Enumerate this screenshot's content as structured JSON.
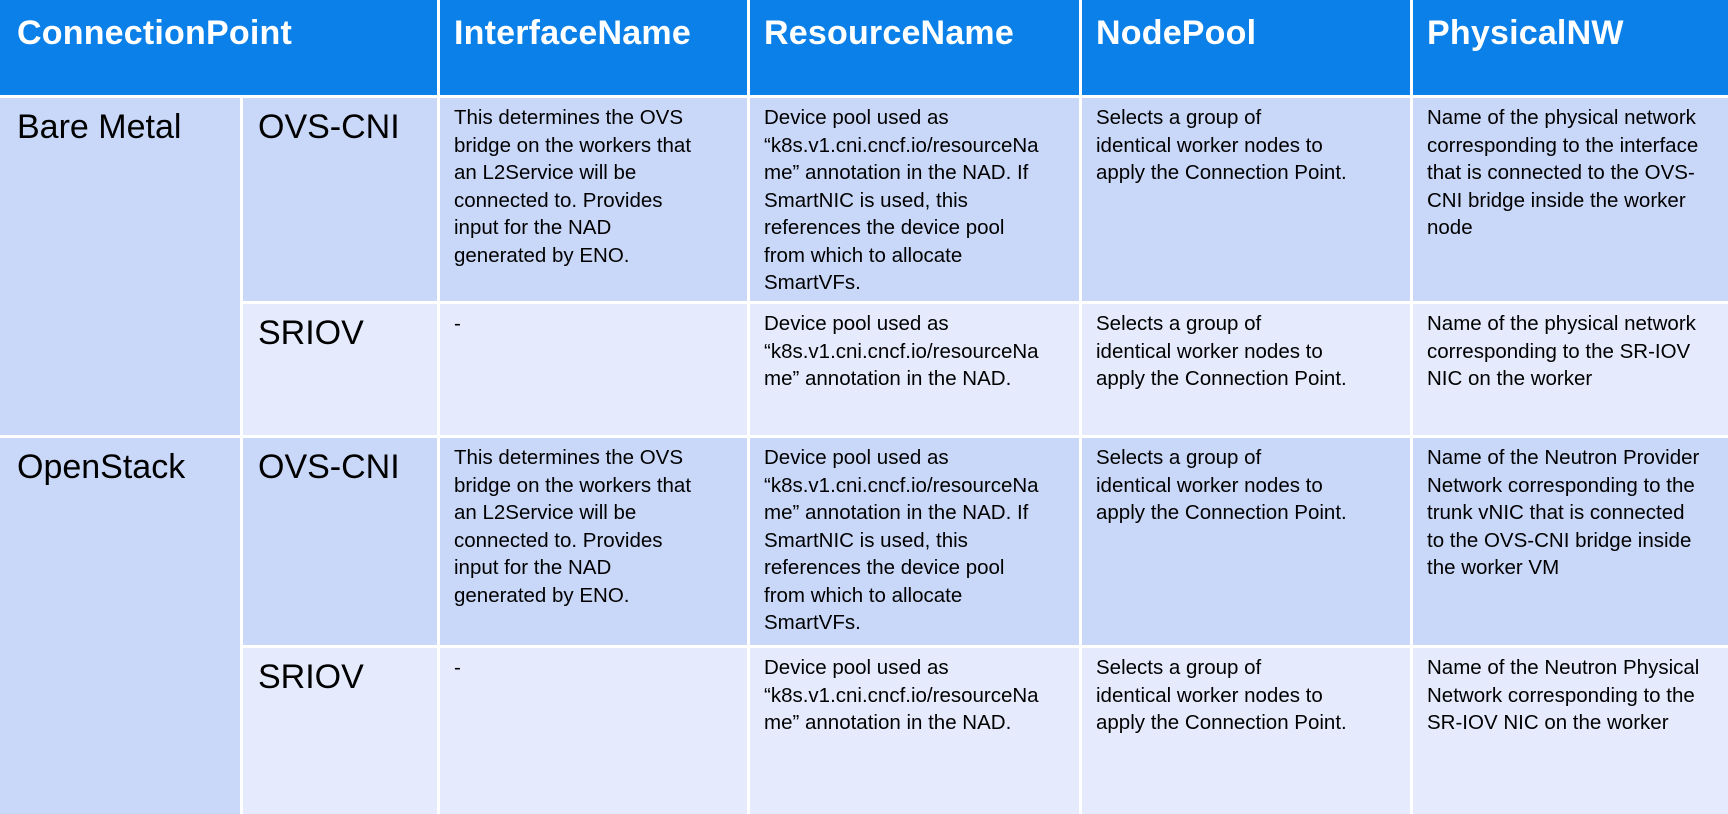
{
  "headers": [
    "ConnectionPoint",
    "InterfaceName",
    "ResourceName",
    "NodePool",
    "PhysicalNW"
  ],
  "groups": [
    {
      "name": "Bare Metal",
      "rows": [
        {
          "type": "OVS-CNI",
          "interface": "This determines the OVS\nbridge on the workers that\nan L2Service will be\nconnected to. Provides\ninput for the NAD\ngenerated by ENO.",
          "resource": "Device pool used as\n“k8s.v1.cni.cncf.io/resourceNa\nme” annotation in the NAD. If\nSmartNIC is used, this\nreferences the device pool\nfrom which to allocate\nSmartVFs.",
          "nodepool": "Selects a group of\nidentical  worker nodes to\napply the Connection Point.",
          "physical": "Name of the physical network\ncorresponding to the interface\nthat is connected to the OVS-\nCNI bridge inside the worker\nnode"
        },
        {
          "type": "SRIOV",
          "interface": "-",
          "resource": "Device pool used as\n“k8s.v1.cni.cncf.io/resourceNa\nme” annotation in the NAD.",
          "nodepool": "Selects a group of\nidentical  worker nodes to\napply the Connection Point.",
          "physical": "Name of the physical network\ncorresponding to the SR-IOV\nNIC on the worker"
        }
      ]
    },
    {
      "name": "OpenStack",
      "rows": [
        {
          "type": "OVS-CNI",
          "interface": "This determines the OVS\nbridge on the workers that\nan L2Service will be\nconnected to. Provides\ninput for the NAD\ngenerated by ENO.",
          "resource": "Device pool used as\n“k8s.v1.cni.cncf.io/resourceNa\nme” annotation in the NAD. If\nSmartNIC is used, this\nreferences the device pool\nfrom which to allocate\nSmartVFs.",
          "nodepool": "Selects a group of\nidentical  worker nodes to\napply the Connection Point.",
          "physical": "Name of the Neutron Provider\nNetwork corresponding to the\ntrunk vNIC that is connected\nto the OVS-CNI bridge inside\nthe worker VM"
        },
        {
          "type": "SRIOV",
          "interface": "-",
          "resource": "Device pool used as\n“k8s.v1.cni.cncf.io/resourceNa\nme” annotation in the NAD.",
          "nodepool": "Selects a group of\nidentical  worker nodes to\napply the Connection Point.",
          "physical": "Name of the Neutron Physical\nNetwork corresponding to the\nSR-IOV NIC on the worker"
        }
      ]
    }
  ]
}
